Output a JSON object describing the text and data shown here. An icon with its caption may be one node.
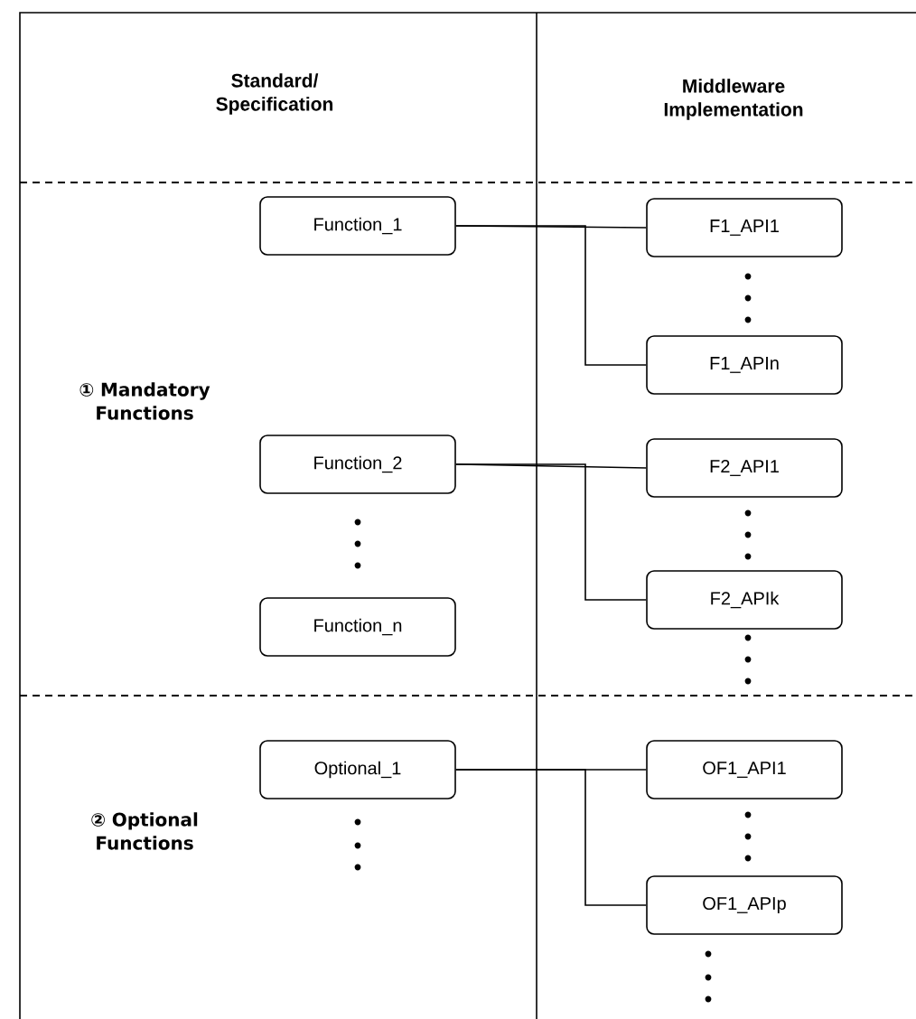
{
  "diagram": {
    "nodes": [
      {
        "text": [
          "Function_1"
        ]
      },
      {
        "text": [
          "Function_2"
        ]
      },
      {
        "text": [
          "Function_n"
        ]
      },
      {
        "text": [
          "Optional_1"
        ]
      },
      {
        "text": [
          "F1_API1"
        ]
      },
      {
        "text": [
          "F1_APIn"
        ]
      },
      {
        "text": [
          "F2_API1"
        ]
      },
      {
        "text": [
          "F2_APIk"
        ]
      },
      {
        "text": [
          "OF1_API1"
        ]
      },
      {
        "text": [
          "OF1_APIp"
        ]
      }
    ],
    "edges": [
      {
        "from": 0,
        "to": 4,
        "arrow": "none"
      },
      {
        "from": 0,
        "to": 5,
        "arrow": "none"
      },
      {
        "from": 1,
        "to": 6,
        "arrow": "none"
      },
      {
        "from": 1,
        "to": 7,
        "arrow": "none"
      },
      {
        "from": 3,
        "to": 8,
        "arrow": "none"
      },
      {
        "from": 3,
        "to": 9,
        "arrow": "none"
      }
    ],
    "labels": [
      "Standard/ Specification",
      "Middleware Implementation",
      "① Mandatory Functions",
      "② Optional Functions"
    ]
  }
}
